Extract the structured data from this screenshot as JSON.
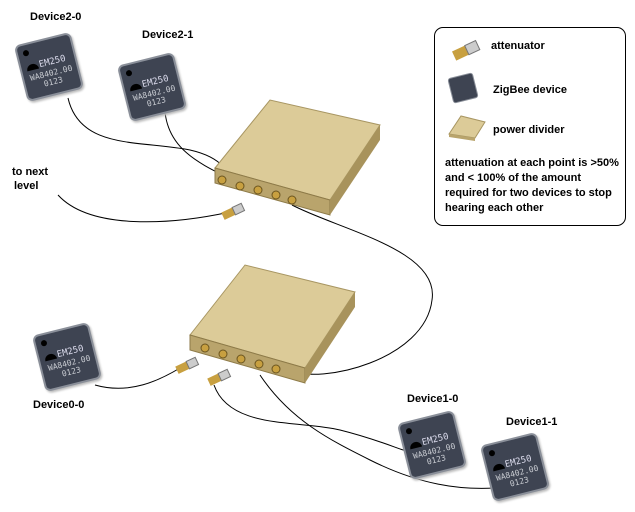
{
  "devices": {
    "d20": {
      "label": "Device2-0"
    },
    "d21": {
      "label": "Device2-1"
    },
    "d00": {
      "label": "Device0-0"
    },
    "d10": {
      "label": "Device1-0"
    },
    "d11": {
      "label": "Device1-1"
    }
  },
  "chip_marking": {
    "line1": "EM250",
    "line2": "WA8402.00",
    "line3": "0123"
  },
  "next_level": {
    "label1": "to next",
    "label2": "level"
  },
  "legend": {
    "attenuator": "attenuator",
    "zigbee": "ZigBee device",
    "divider": "power divider",
    "note": "attenuation at each point is >50% and < 100% of the amount required for two devices to stop hearing each other"
  },
  "colors": {
    "chip": "#3e4452",
    "divider": "#d9c48e",
    "attenuator_gold": "#c8a040",
    "wire": "#000000"
  }
}
